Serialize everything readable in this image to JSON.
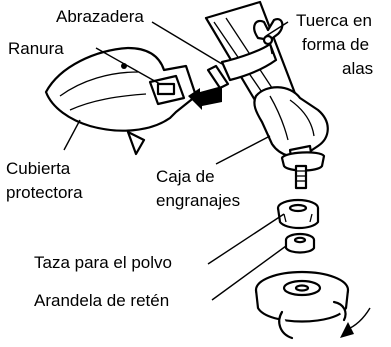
{
  "labels": {
    "abrazadera": "Abrazadera",
    "ranura": "Ranura",
    "tuerca_line1": "Tuerca en",
    "tuerca_line2": "forma de",
    "tuerca_line3": "alas",
    "cubierta_line1": "Cubierta",
    "cubierta_line2": "protectora",
    "caja_line1": "Caja de",
    "caja_line2": "engranajes",
    "taza": "Taza para el polvo",
    "arandela": "Arandela de retén"
  },
  "icons": [
    "wing-nut-icon",
    "direction-arrow-icon",
    "rotation-arrow-icon"
  ],
  "colors": {
    "ink": "#000000",
    "paper": "#ffffff"
  }
}
